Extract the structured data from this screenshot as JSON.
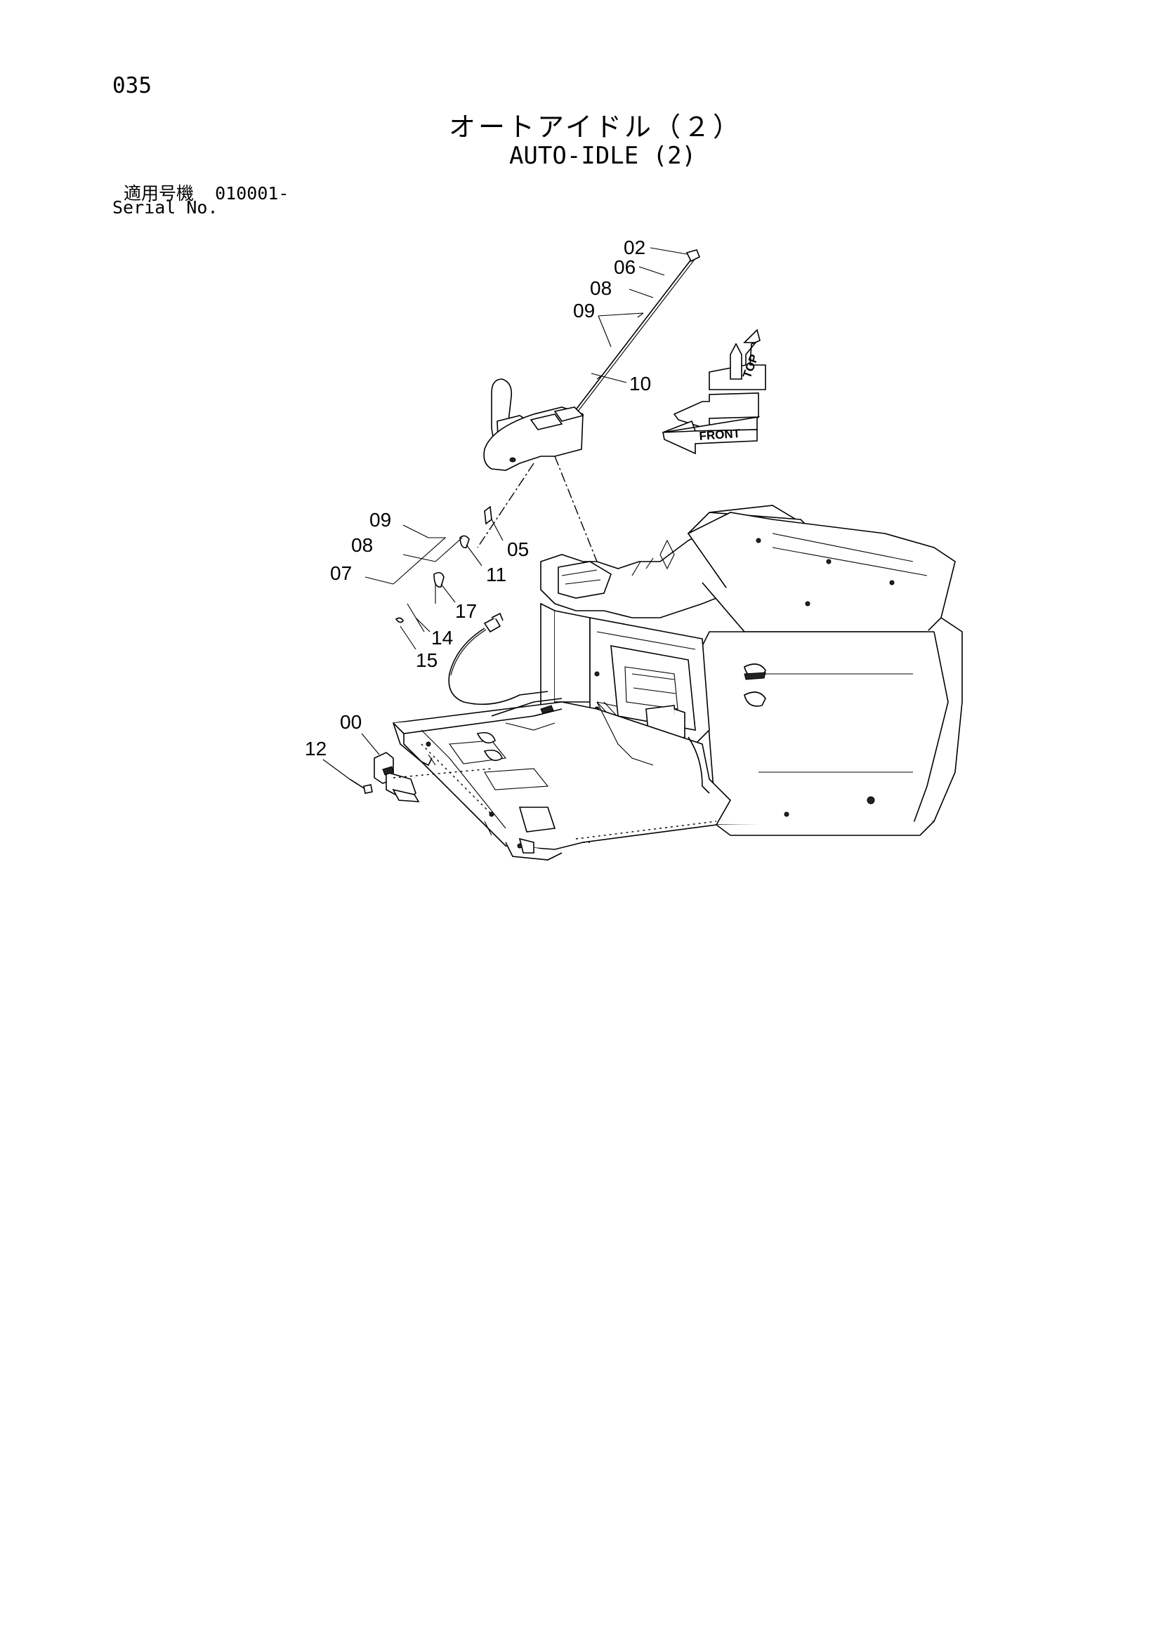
{
  "page": {
    "number": "035",
    "title_jp": "オートアイドル（２）",
    "title_en": "AUTO-IDLE (2)"
  },
  "serial": {
    "label_jp": "適用号機",
    "range": "010001-",
    "label_en": "Serial No."
  },
  "orientation": {
    "top_label": "TOP",
    "front_label": "FRONT"
  },
  "callouts": {
    "c02": "02",
    "c06": "06",
    "c08a": "08",
    "c09a": "09",
    "c10": "10",
    "c09b": "09",
    "c08b": "08",
    "c07": "07",
    "c05": "05",
    "c11": "11",
    "c17": "17",
    "c14": "14",
    "c15": "15",
    "c00": "00",
    "c12": "12"
  }
}
